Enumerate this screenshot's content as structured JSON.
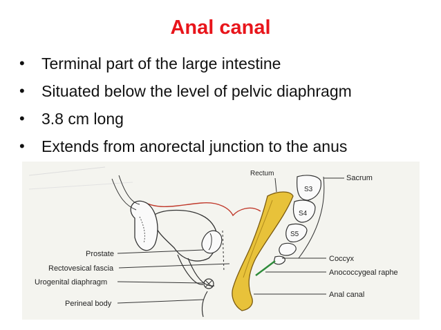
{
  "slide": {
    "title": "Anal canal",
    "bullets": [
      "Terminal part of the large intestine",
      "Situated below the level of pelvic diaphragm",
      "3.8 cm long",
      "Extends from anorectal junction to the anus"
    ]
  },
  "figure": {
    "labels": {
      "rectum": "Rectum",
      "sacrum": "Sacrum",
      "s3": "S3",
      "s4": "S4",
      "s5": "S5",
      "prostate": "Prostate",
      "rectovesical_fascia": "Rectovesical fascia",
      "urogenital_diaphragm": "Urogenital diaphragm",
      "perineal_body": "Perineal body",
      "coccyx": "Coccyx",
      "anococcygeal_raphe": "Anococcygeal raphe",
      "anal_canal": "Anal canal"
    },
    "colors": {
      "canal_fill": "#e8c23a",
      "canal_edge": "#7a5a10",
      "peritoneum": "#c0392b",
      "raphe": "#2e8b3a"
    }
  }
}
